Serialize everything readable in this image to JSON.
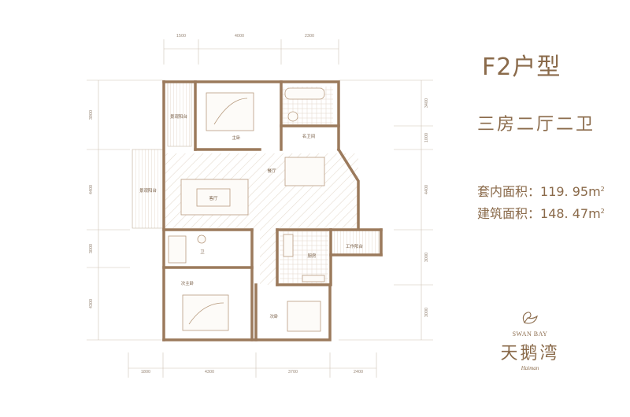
{
  "header": {
    "title": "F2户型",
    "subtitle": "三房二厅二卫"
  },
  "areas": {
    "inner_label": "套内面积：",
    "inner_value": "119. 95m",
    "gross_label": "建筑面积：",
    "gross_value": "148. 47m",
    "unit_sup": "2"
  },
  "brand": {
    "english": "SWAN BAY",
    "chinese": "天鹅湾",
    "script": "Haiman"
  },
  "dimensions": {
    "top": [
      "1500",
      "4000",
      "2300"
    ],
    "bottom": [
      "1800",
      "4300",
      "3700",
      "2400"
    ],
    "left": [
      "3900",
      "4400",
      "3000",
      "4300"
    ],
    "right": [
      "3400",
      "1000",
      "4400",
      "3000",
      "3000"
    ]
  },
  "rooms": {
    "master_bed": "主卧",
    "bathroom": "名卫间",
    "dining": "餐厅",
    "living": "客厅",
    "balcony_top": "景观阳台",
    "balcony_living": "景观阳台",
    "bath2": "卫",
    "kitchen": "厨房",
    "work_balcony": "工作阳台",
    "second_bed": "次主卧",
    "third_bed": "次卧"
  },
  "colors": {
    "wall": "#9b7a5c",
    "accent": "#8a6a4a",
    "dim_line": "#cfc3b6",
    "floor_hatch": "#e6dcd0"
  }
}
